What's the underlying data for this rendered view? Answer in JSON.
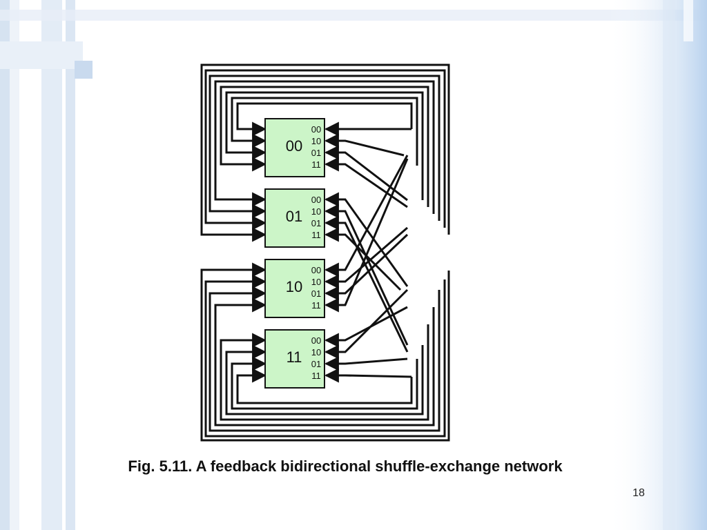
{
  "slide": {
    "caption": "Fig. 5.11. A feedback bidirectional shuffle-exchange network",
    "page_number": "18"
  },
  "network": {
    "nodes": [
      {
        "id": "00",
        "label": "00",
        "ports": [
          "00",
          "10",
          "01",
          "11"
        ]
      },
      {
        "id": "01",
        "label": "01",
        "ports": [
          "00",
          "10",
          "01",
          "11"
        ]
      },
      {
        "id": "10",
        "label": "10",
        "ports": [
          "00",
          "10",
          "01",
          "11"
        ]
      },
      {
        "id": "11",
        "label": "11",
        "ports": [
          "00",
          "10",
          "01",
          "11"
        ]
      }
    ],
    "colors": {
      "node_fill": "#ccf5c8",
      "line": "#111111",
      "background_accent": "#c9ddf1"
    }
  }
}
